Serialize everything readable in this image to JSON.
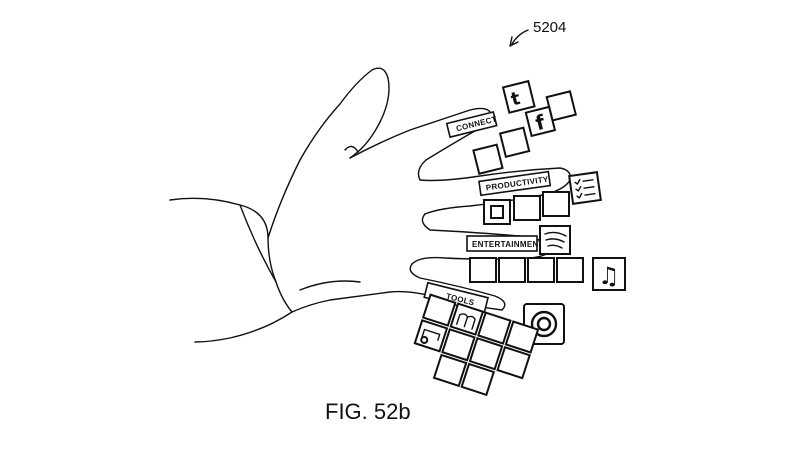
{
  "figure": {
    "reference_number": "5204",
    "caption": "FIG. 52b"
  },
  "menu": {
    "connect": {
      "label": "CONNECT",
      "icons": [
        "twitter-icon",
        "facebook-icon"
      ]
    },
    "productivity": {
      "label": "PRODUCTIVITY",
      "icons": [
        "window-icon",
        "checklist-icon"
      ]
    },
    "entertainment": {
      "label": "ENTERTAINMENT",
      "icons": [
        "spotify-icon",
        "music-note-icon"
      ]
    },
    "tools": {
      "label": "TOOLS",
      "icons": [
        "target-icon",
        "ruler-icon",
        "camera-icon"
      ]
    }
  }
}
